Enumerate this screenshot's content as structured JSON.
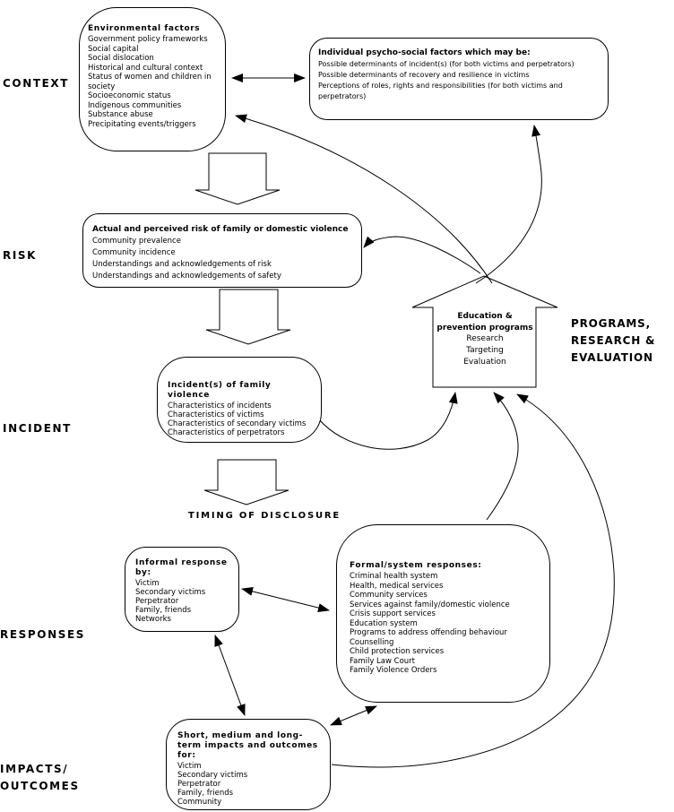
{
  "stage_labels": [
    "CONTEXT",
    "RISK",
    "INCIDENT",
    "RESPONSES",
    "IMPACTS/\nOUTCOMES"
  ],
  "timing_label": "TIMING OF DISCLOSURE",
  "side_label_lines": [
    "PROGRAMS,",
    "RESEARCH &",
    "EVALUATION"
  ],
  "program_arrow": {
    "title": "Education &\nprevention programs",
    "items": [
      "Research",
      "Targeting",
      "Evaluation"
    ]
  },
  "boxes": {
    "environmental": {
      "title": "Environmental factors",
      "items": [
        "Government policy frameworks",
        "Social capital",
        "Social dislocation",
        "Historical and cultural context",
        "Status of women and children in society",
        "Socioeconomic status",
        "Indigenous communities",
        "Substance abuse",
        "Precipitating events/triggers"
      ]
    },
    "individual": {
      "title": "Individual psycho-social factors which may be:",
      "items": [
        "Possible determinants of incident(s) (for both victims and perpetrators)",
        "Possible determinants of recovery and resilience in victims",
        "Perceptions of roles, rights and responsibilities (for both victims and perpetrators)"
      ]
    },
    "risk": {
      "title": "Actual and perceived risk of family or domestic violence",
      "items": [
        "Community prevalence",
        "Community incidence",
        "Understandings and acknowledgements of risk",
        "Understandings and acknowledgements of safety"
      ]
    },
    "incident": {
      "title": "Incident(s) of family violence",
      "items": [
        "Characteristics of incidents",
        "Characteristics of victims",
        "Characteristics of secondary victims",
        "Characteristics of perpetrators"
      ]
    },
    "informal": {
      "title": "Informal response by:",
      "items": [
        "Victim",
        "Secondary victims",
        "Perpetrator",
        "Family, friends",
        "Networks"
      ]
    },
    "formal": {
      "title": "Formal/system responses:",
      "items": [
        "Criminal health system",
        "Health, medical services",
        "Community services",
        "Services against family/domestic violence",
        "Crisis support services",
        "Education system",
        "Programs to address offending behaviour",
        "Counselling",
        "Child protection services",
        "Family Law Court",
        "Family Violence Orders"
      ]
    },
    "impacts": {
      "title": "Short, medium and long-term impacts and outcomes for:",
      "items": [
        "Victim",
        "Secondary victims",
        "Perpetrator",
        "Family, friends",
        "Community"
      ]
    }
  },
  "colors": {
    "line": "#000000",
    "background": "#ffffff"
  }
}
